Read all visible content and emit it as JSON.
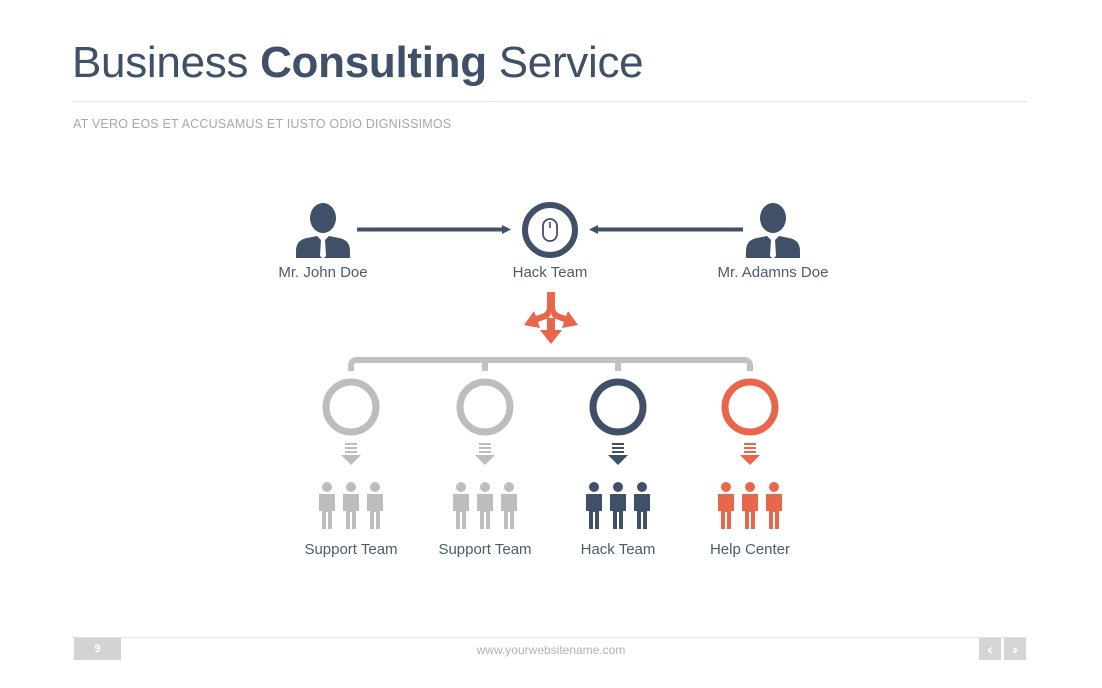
{
  "header": {
    "title_part1": "Business ",
    "title_bold": "Consulting",
    "title_part3": " Service",
    "subtitle": "AT VERO EOS ET ACCUSAMUS ET IUSTO ODIO DIGNISSIMOS"
  },
  "diagram": {
    "top": [
      {
        "label": "Mr. John Doe",
        "icon": "person-icon"
      },
      {
        "label": "Hack Team",
        "icon": "mouse-icon"
      },
      {
        "label": "Mr. Adamns Doe",
        "icon": "person-icon"
      }
    ],
    "teams": [
      {
        "label": "Support Team",
        "color": "#bdbdbd"
      },
      {
        "label": "Support Team",
        "color": "#bdbdbd"
      },
      {
        "label": "Hack Team",
        "color": "#3f5068"
      },
      {
        "label": "Help Center",
        "color": "#e8674a"
      }
    ],
    "colors": {
      "navy": "#3f5068",
      "orange": "#e8674a",
      "gray": "#bdbdbd"
    }
  },
  "footer": {
    "page_number": "9",
    "url": "www.yourwebsitename.com",
    "prev_icon": "chevron-left-icon",
    "next_icon": "chevron-right-icon",
    "prev_glyph": "‹",
    "next_glyph": "›"
  }
}
